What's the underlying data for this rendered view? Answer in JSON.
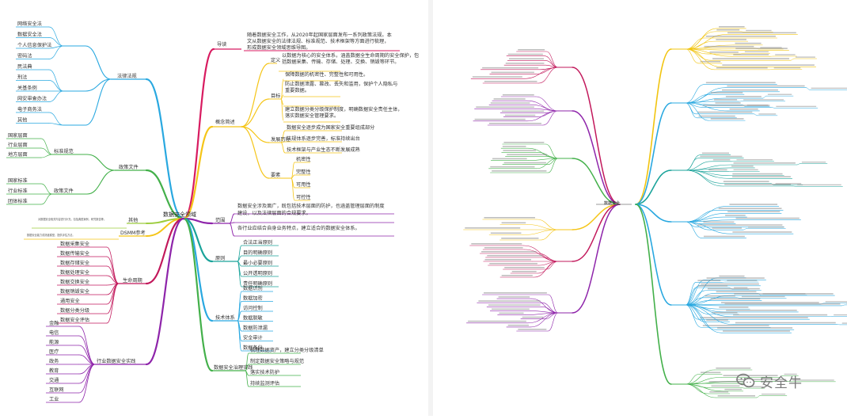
{
  "left_map": {
    "center": "数据安全领域",
    "branches": {
      "top_right": {
        "intro_label": "导读",
        "intro_text": [
          "随着数据安全工作，从2020年起国家层面发布一系列政策法规。本",
          "文从数据安全的法律法规、标准规范、技术框架等方面进行梳理，",
          "形成数据安全领域思维导图。"
        ],
        "overview_label": "概念简述",
        "definition_label": "定义",
        "definition_text": [
          "以数据为核心的安全体系，涵盖数据全生命周期的安全保护，包",
          "括数据采集、传输、存储、处理、交换、销毁等环节。"
        ],
        "goals_label": "目标",
        "goals_text": [
          "保障数据的机密性、完整性和可用性。",
          "防止数据泄露、篡改、丢失和滥用，保护个人隐私与",
          "重要数据。",
          "建立数据分类分级保护制度，明确数据安全责任主体，",
          "落实数据安全管理要求。"
        ],
        "development_label": "发展历程",
        "development_items": [
          "数据安全逐步成为国家安全重要组成部分",
          "法规体系逐步完善，标准持续出台",
          "技术框架与产业生态不断发展成熟"
        ],
        "elements_label": "要素",
        "elements_items": [
          "机密性",
          "完整性",
          "可用性",
          "可控性"
        ]
      },
      "right_mid": {
        "scope_label": "范围",
        "scope_text": [
          "数据安全涉及面广，既包括技术层面的防护，也涵盖管理层面的制度",
          "建设，以及法律层面的合规要求。",
          "各行业应结合自身业务特点，建立适合的数据安全体系。"
        ],
        "principle_label": "原则",
        "principle_items": [
          "合法正当原则",
          "目的明确原则",
          "最小必要原则",
          "公开透明原则",
          "责任明确原则"
        ],
        "technology_label": "技术体系",
        "technology_items": [
          "数据识别",
          "数据加密",
          "访问控制",
          "数据脱敏",
          "数据防泄漏",
          "安全审计",
          "数据备份"
        ],
        "practice_label": "数据安全治理实践",
        "practice_items": [
          "梳理数据资产，建立分类分级清单",
          "制定数据安全策略与规范",
          "落实技术防护",
          "持续监测评估"
        ]
      },
      "left_top": {
        "laws_label": "法律法规",
        "laws_items": [
          "网络安全法",
          "数据安全法",
          "个人信息保护法",
          "密码法",
          "民法典",
          "刑法",
          "关基条例",
          "网安审查办法",
          "电子商务法",
          "其他"
        ]
      },
      "left_mid": {
        "gov_label": "政策文件",
        "gov_items": [
          "国家层面",
          "行业层面",
          "地方层面"
        ],
        "std_label": "标准规范",
        "std_items": [
          "国家标准",
          "行业标准",
          "团体标准"
        ],
        "extra_label": "其他",
        "extra_text": "对数据安全相关内容进行补充，包括典型案例、研究报告等。",
        "extra_label2": "DSMM参考",
        "extra_text2": "数据安全能力成熟度模型，提供评估方法。"
      },
      "left_bottom": {
        "lifecycle_label": "生命周期",
        "lifecycle_items": [
          "数据采集安全",
          "数据传输安全",
          "数据存储安全",
          "数据处理安全",
          "数据交换安全",
          "数据销毁安全",
          "通用安全",
          "数据分类分级",
          "数据安全评估"
        ],
        "industry_label": "行业数据安全实践",
        "industry_items": [
          "金融",
          "电信",
          "能源",
          "医疗",
          "政务",
          "教育",
          "交通",
          "互联网",
          "工业"
        ]
      }
    }
  },
  "right_map": {
    "center": "数据安全"
  },
  "watermark": {
    "text": "安全牛",
    "icon": "wechat-icon"
  },
  "colors": {
    "red": "#d81b60",
    "orange": "#f5c518",
    "blue": "#29a8e0",
    "green": "#43b04a",
    "purple": "#8e24aa",
    "teal": "#1aa39a",
    "lime": "#9ccc3c",
    "yellow": "#f1c40f",
    "magenta": "#c2185b"
  }
}
